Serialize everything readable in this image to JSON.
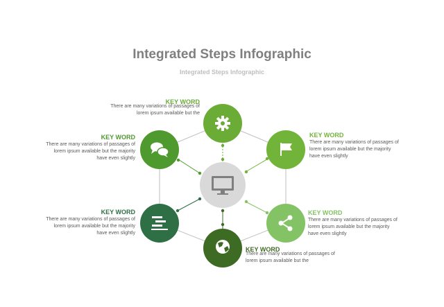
{
  "header": {
    "title": "Integrated Steps Infographic",
    "subtitle": "Integrated Steps Infographic"
  },
  "colors": {
    "green_top": "#6aac35",
    "green_upper_right": "#72b43a",
    "green_lower_right": "#84c365",
    "green_bottom": "#3e6b23",
    "green_lower_left": "#2e6f45",
    "green_upper_left": "#4e9a2e",
    "center": "#d9d9d9",
    "line": "#bfbfbf"
  },
  "steps": [
    {
      "keyword": "KEY WORD",
      "text": "There are many variations of passages of lorem ipsum available but the",
      "icon": "gear-icon"
    },
    {
      "keyword": "KEY WORD",
      "text": "There are many variations of passages of lorem ipsum available but the majority have even slightly",
      "icon": "flag-icon"
    },
    {
      "keyword": "KEY WORD",
      "text": "There are many variations of passages of lorem ipsum available but the majority have even slightly",
      "icon": "share-icon"
    },
    {
      "keyword": "KEY WORD",
      "text": "There are many variations of passages of lorem ipsum available but the",
      "icon": "globe-icon"
    },
    {
      "keyword": "KEY WORD",
      "text": "There are many variations of passages of lorem ipsum available but the majority have even slightly",
      "icon": "list-icon"
    },
    {
      "keyword": "KEY WORD",
      "text": "There are many variations of passages of lorem ipsum available but the majority have even slightly",
      "icon": "chat-icon"
    }
  ],
  "center_icon": "monitor-icon"
}
